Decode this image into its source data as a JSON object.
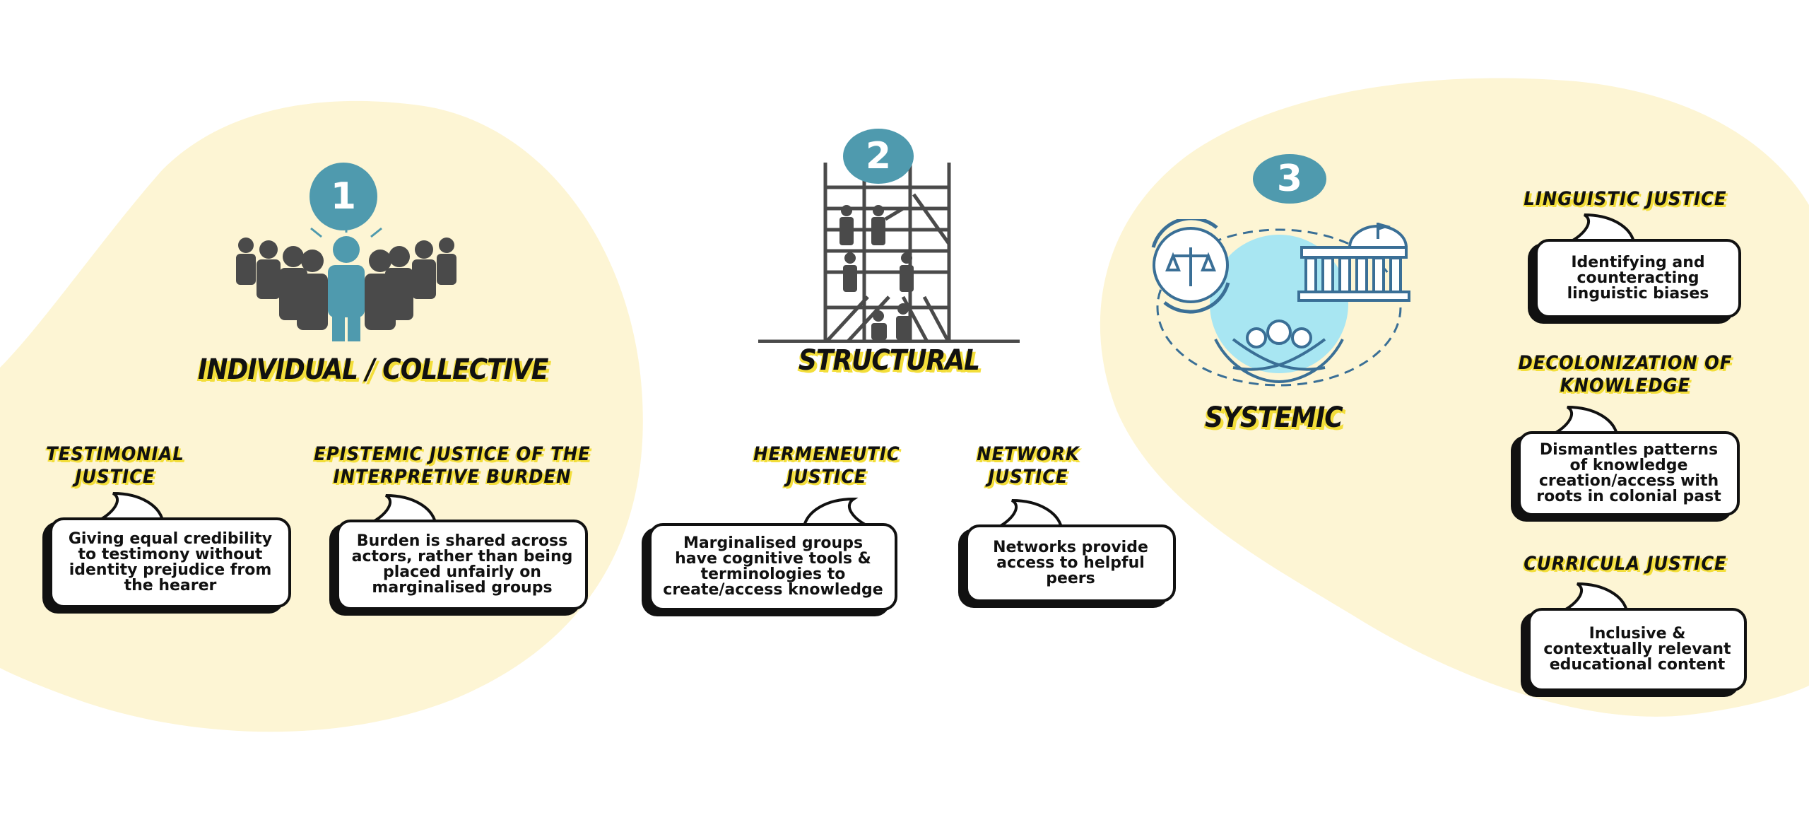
{
  "colors": {
    "accent": "#4f9aae",
    "highlight": "#f3de3a",
    "blob": "#fdf5d4",
    "ink": "#111111"
  },
  "tiers": [
    {
      "number": "1",
      "title": "INDIVIDUAL / COLLECTIVE",
      "icon": "people-group-icon"
    },
    {
      "number": "2",
      "title": "STRUCTURAL",
      "icon": "scaffolding-icon"
    },
    {
      "number": "3",
      "title": "SYSTEMIC",
      "icon": "justice-institution-icon"
    }
  ],
  "categories": [
    {
      "title_lines": [
        "TESTIMONIAL",
        "JUSTICE"
      ],
      "text": "Giving equal credibility to testimony without identity prejudice from the hearer"
    },
    {
      "title_lines": [
        "EPISTEMIC JUSTICE OF THE",
        "INTERPRETIVE BURDEN"
      ],
      "text": "Burden is shared across actors, rather than being placed unfairly on marginalised groups"
    },
    {
      "title_lines": [
        "HERMENEUTIC",
        "JUSTICE"
      ],
      "text": "Marginalised groups have cognitive tools & terminologies to create/access knowledge"
    },
    {
      "title_lines": [
        "NETWORK",
        "JUSTICE"
      ],
      "text": "Networks provide access to helpful peers"
    },
    {
      "title_lines": [
        "LINGUISTIC JUSTICE"
      ],
      "text": "Identifying and counteracting linguistic biases"
    },
    {
      "title_lines": [
        "DECOLONIZATION OF",
        "KNOWLEDGE"
      ],
      "text": "Dismantles patterns of knowledge creation/access with roots in colonial past"
    },
    {
      "title_lines": [
        "CURRICULA JUSTICE"
      ],
      "text": "Inclusive & contextually relevant educational content"
    }
  ]
}
